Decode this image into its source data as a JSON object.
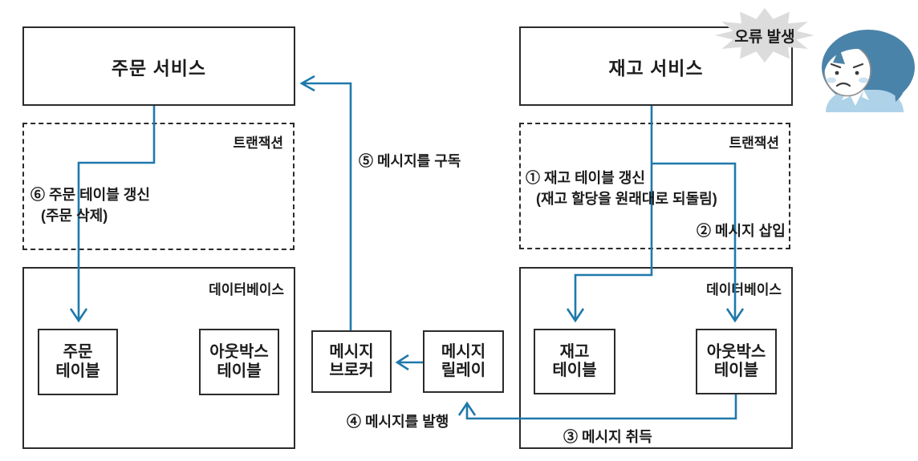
{
  "services": {
    "order": "주문 서비스",
    "inventory": "재고 서비스"
  },
  "transactions": {
    "label": "트랜잭션",
    "order_step": "⑥ 주문 테이블 갱신",
    "order_step_note": "(주문 삭제)",
    "inventory_step": "① 재고 테이블 갱신",
    "inventory_step_note": "(재고 할당을 원래대로 되돌림)",
    "insert_message": "② 메시지 삽입"
  },
  "databases": {
    "label": "데이터베이스",
    "order_table": "주문\n테이블",
    "order_outbox": "아웃박스\n테이블",
    "inventory_table": "재고\n테이블",
    "inventory_outbox": "아웃박스\n테이블"
  },
  "middleware": {
    "broker": "메시지\n브로커",
    "relay": "메시지\n릴레이"
  },
  "flow_labels": {
    "subscribe": "⑤ 메시지를 구독",
    "publish": "④ 메시지를 발행",
    "fetch": "③ 메시지 취득"
  },
  "error_burst": "오류 발생",
  "colors": {
    "line_blue": "#1e79ab",
    "box_border": "#2b2b2b",
    "burst_gray": "#dcdcdc",
    "hair_blue": "#4a83aa",
    "body_blue": "#aed2e8",
    "blush_blue": "#cde2f1"
  }
}
